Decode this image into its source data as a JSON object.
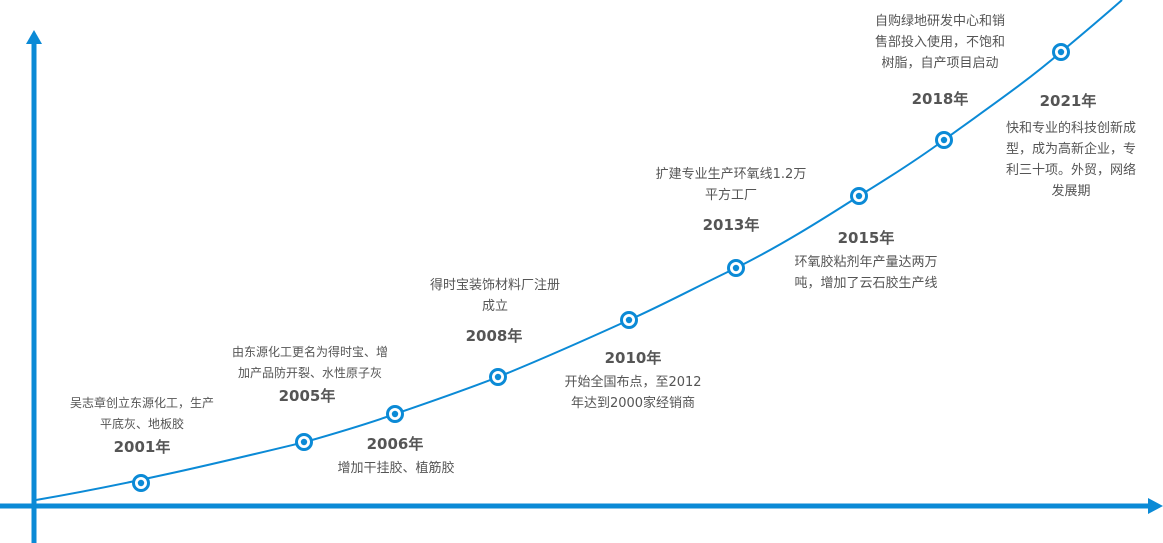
{
  "accent_color": "#0b8ad6",
  "milestones": [
    {
      "year": "2001年",
      "text": [
        "吴志章创立东源化工，生产",
        "平底灰、地板胶"
      ]
    },
    {
      "year": "2005年",
      "text": [
        "由东源化工更名为得时宝、增",
        "加产品防开裂、水性原子灰"
      ]
    },
    {
      "year": "2006年",
      "text": [
        "增加干挂胶、植筋胶"
      ]
    },
    {
      "year": "2008年",
      "text": [
        "得时宝装饰材料厂注册",
        "成立"
      ]
    },
    {
      "year": "2010年",
      "text": [
        "开始全国布点，至2012",
        "年达到2000家经销商"
      ]
    },
    {
      "year": "2013年",
      "text": [
        "扩建专业生产环氧线1.2万",
        "平方工厂"
      ]
    },
    {
      "year": "2015年",
      "text": [
        "环氧胶粘剂年产量达两万",
        "吨，增加了云石胶生产线"
      ]
    },
    {
      "year": "2018年",
      "text": [
        "自购绿地研发中心和销",
        "售部投入使用，不饱和",
        "树脂，自产项目启动"
      ]
    },
    {
      "year": "2021年",
      "text": [
        "快和专业的科技创新成",
        "型，成为高新企业，专",
        "利三十项。外贸，网络",
        "发展期"
      ]
    }
  ]
}
